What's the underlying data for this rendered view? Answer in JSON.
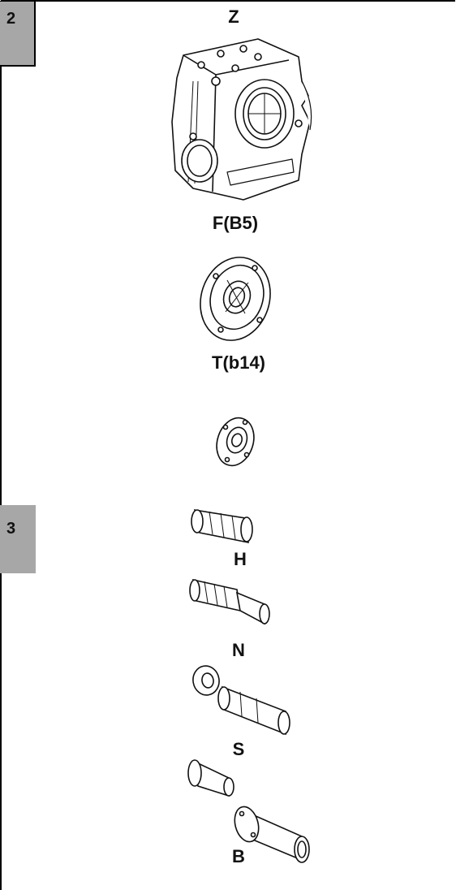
{
  "sections": [
    {
      "number": "2"
    },
    {
      "number": "3"
    }
  ],
  "labels": {
    "z": "Z",
    "f_b5": "F(B5)",
    "t_b14": "T(b14)",
    "h": "H",
    "n": "N",
    "s": "S",
    "b": "B"
  }
}
